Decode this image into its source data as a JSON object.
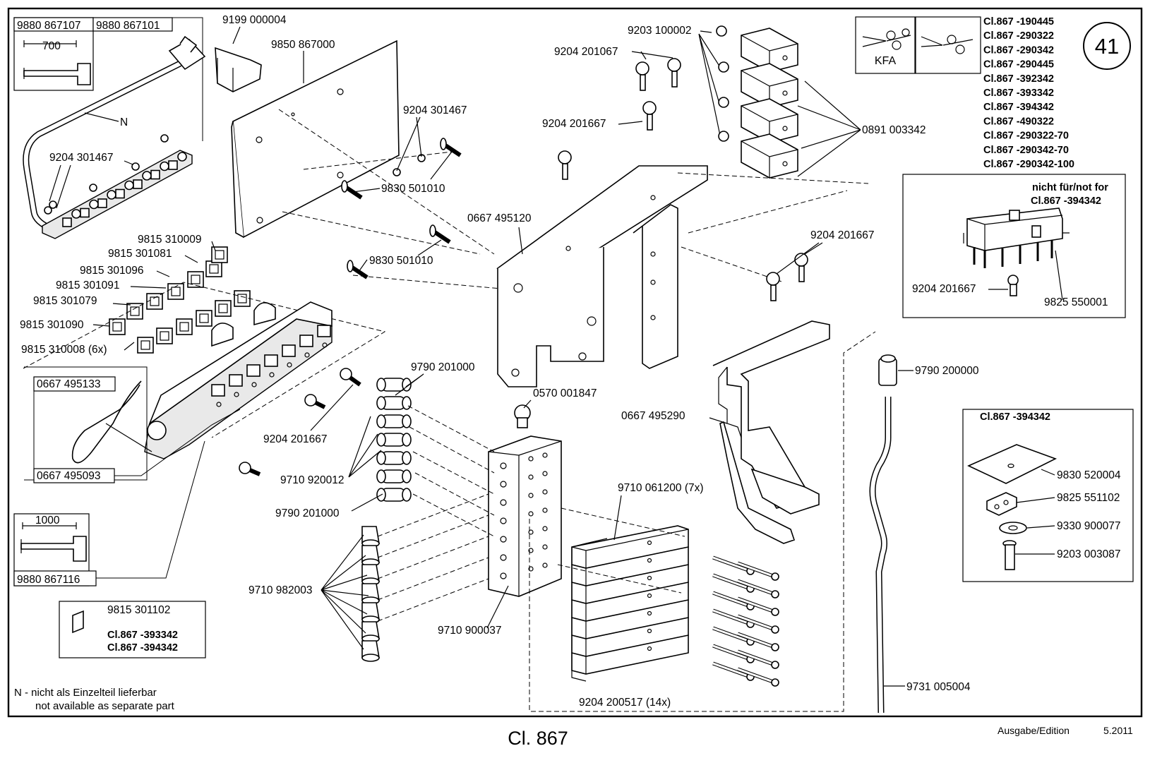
{
  "page": {
    "title": "Cl. 867",
    "edition_label": "Ausgabe/Edition",
    "edition_value": "5.2011",
    "page_number": "41"
  },
  "models": [
    "Cl.867 -190445",
    "Cl.867 -290322",
    "Cl.867 -290342",
    "Cl.867 -290445",
    "Cl.867 -392342",
    "Cl.867 -393342",
    "Cl.867 -394342",
    "Cl.867 -490322",
    "Cl.867 -290322-70",
    "Cl.867 -290342-70",
    "Cl.867 -290342-100"
  ],
  "icons": {
    "kfa_label": "KFA",
    "scissors_1": "scissors-icon",
    "scissors_2": "scissors-icon"
  },
  "labels": {
    "p9880_867107": "9880 867107",
    "p9880_867101": "9880 867101",
    "dim700": "700",
    "n_marker": "N",
    "p9199_000004": "9199 000004",
    "p9850_867000": "9850 867000",
    "p9204_301467_a": "9204 301467",
    "p9204_301467_b": "9204 301467",
    "p9830_501010_a": "9830 501010",
    "p9830_501010_b": "9830 501010",
    "p9203_100002": "9203 100002",
    "p9204_201067": "9204 201067",
    "p9204_201667_a": "9204 201667",
    "p0891_003342": "0891 003342",
    "p0667_495120": "0667 495120",
    "p9815_310009": "9815 310009",
    "p9815_301081": "9815 301081",
    "p9815_301096": "9815 301096",
    "p9815_301091": "9815 301091",
    "p9815_301079": "9815 301079",
    "p9815_301090": "9815 301090",
    "p9815_310008": "9815 310008 (6x)",
    "p0667_495133": "0667 495133",
    "p0667_495093": "0667 495093",
    "p9790_201000_a": "9790 201000",
    "p0570_001847": "0570 001847",
    "p9204_201667_b": "9204 201667",
    "p9710_920012": "9710 920012",
    "p9790_201000_b": "9790 201000",
    "dim1000": "1000",
    "p9880_867116": "9880 867116",
    "p9710_982003": "9710 982003",
    "p9710_900037": "9710 900037",
    "p9815_301102": "9815 301102",
    "p9204_201667_c": "9204 201667",
    "p0667_495290": "0667 495290",
    "p9710_061200": "9710 061200 (7x)",
    "p9204_200517": "9204 200517 (14x)",
    "p9790_200000": "9790 200000",
    "p9731_005004": "9731 005004",
    "p9204_201667_d": "9204 201667",
    "p9825_550001": "9825 550001",
    "p9830_520004": "9830 520004",
    "p9825_551102": "9825 551102",
    "p9330_900077": "9330 900077",
    "p9203_003087": "9203 003087"
  },
  "insets": {
    "not_for_title": "nicht für/not for",
    "not_for_model": "Cl.867 -394342",
    "only_for_model": "Cl.867 -394342",
    "small_box_model_1": "Cl.867 -393342",
    "small_box_model_2": "Cl.867 -394342"
  },
  "footnote": {
    "line1": "N - nicht als Einzelteil lieferbar",
    "line2": "not available as separate part"
  }
}
